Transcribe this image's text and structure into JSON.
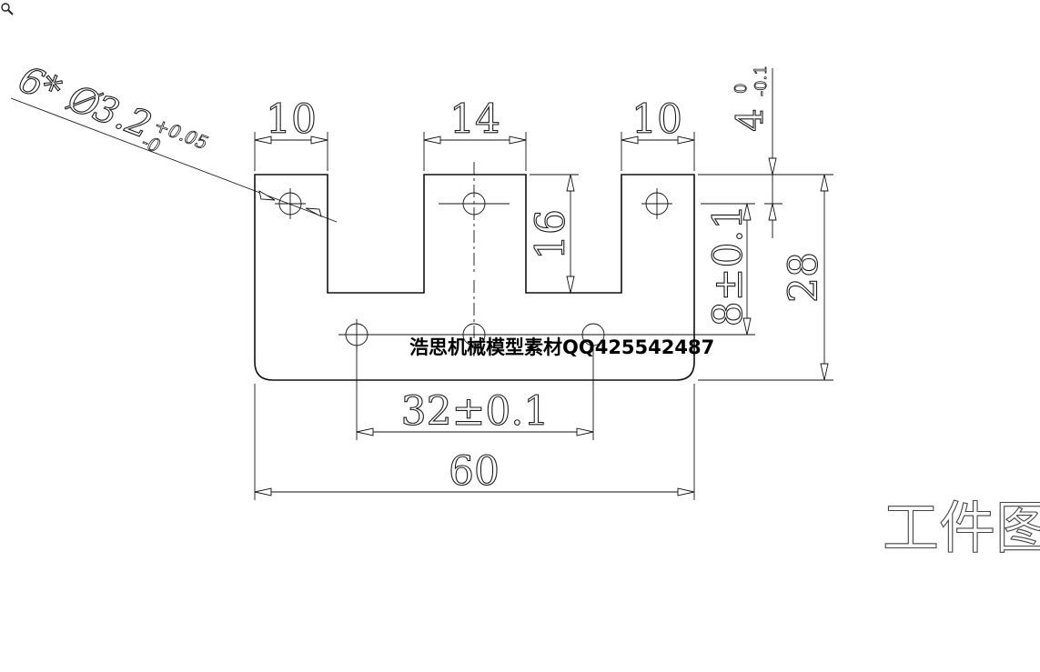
{
  "title": "工件图",
  "watermark": "浩思机械模型素材QQ425542487",
  "callout": {
    "count_prefix": "6*",
    "diameter_symbol": "Ø",
    "value": "3.2",
    "tol_upper": "+0.05",
    "tol_lower": "-0"
  },
  "dimensions": {
    "left_tab_width": "10",
    "center_tab_width": "14",
    "right_tab_width": "10",
    "slot_depth": "16",
    "hole_row_offset": "8±0.1",
    "overall_height": "28",
    "hole_spacing": "32±0.1",
    "overall_width": "60",
    "top_offset_value": "4",
    "top_offset_tol_upper": "0",
    "top_offset_tol_lower": "-0.1"
  },
  "icons": {
    "zoom": "magnifier-icon"
  }
}
